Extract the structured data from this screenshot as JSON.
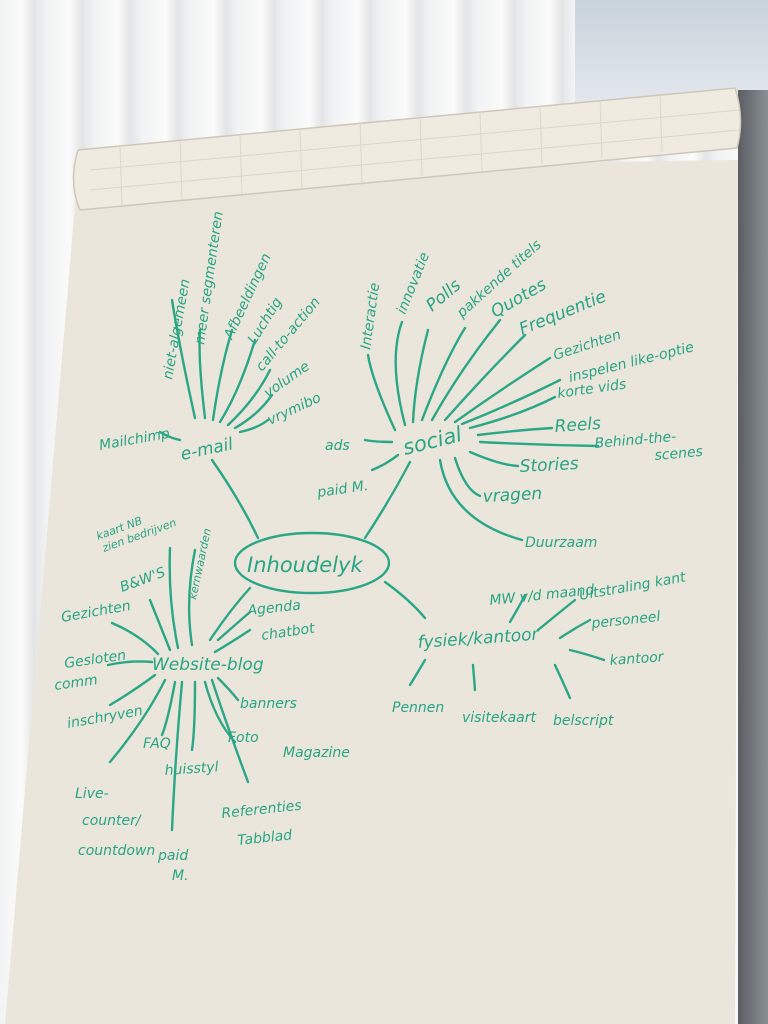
{
  "mindmap": {
    "center": "Inhoudelyk",
    "email": {
      "hub": "e-mail",
      "mailchimp": "Mailchimp",
      "branches": [
        "niet-algemeen",
        "meer segmenteren",
        "Afbeeldingen",
        "Luchtig",
        "call-to-action",
        "volume",
        "vrymibo"
      ]
    },
    "social": {
      "hub": "social",
      "ads": "ads",
      "paid": "paid M.",
      "branches": [
        "Interactie",
        "innovatie",
        "Polls",
        "pakkende titels",
        "Quotes",
        "Frequentie",
        "Gezichten",
        "inspelen like-optie",
        "korte vids",
        "Reels",
        "Behind-the-",
        "scenes",
        "Stories",
        "vragen",
        "Duurzaam"
      ]
    },
    "website": {
      "hub": "Website-blog",
      "left": [
        "kaart NB",
        "zien bedrijven",
        "B&W'S",
        "kernwaarden",
        "Gezichten",
        "Gesloten",
        "comm",
        "inschryven",
        "FAQ",
        "Live-",
        "counter/",
        "countdown"
      ],
      "right": [
        "Agenda",
        "chatbot",
        "banners",
        "Foto",
        "Magazine",
        "huisstyl",
        "Referenties",
        "Tabblad",
        "paid",
        "M."
      ]
    },
    "fysiek": {
      "hub": "fysiek/kantoor",
      "branches": [
        "MW v/d maand",
        "Uitstraling kant",
        "personeel",
        "kantoor",
        "Pennen",
        "visitekaart",
        "belscript"
      ]
    }
  }
}
